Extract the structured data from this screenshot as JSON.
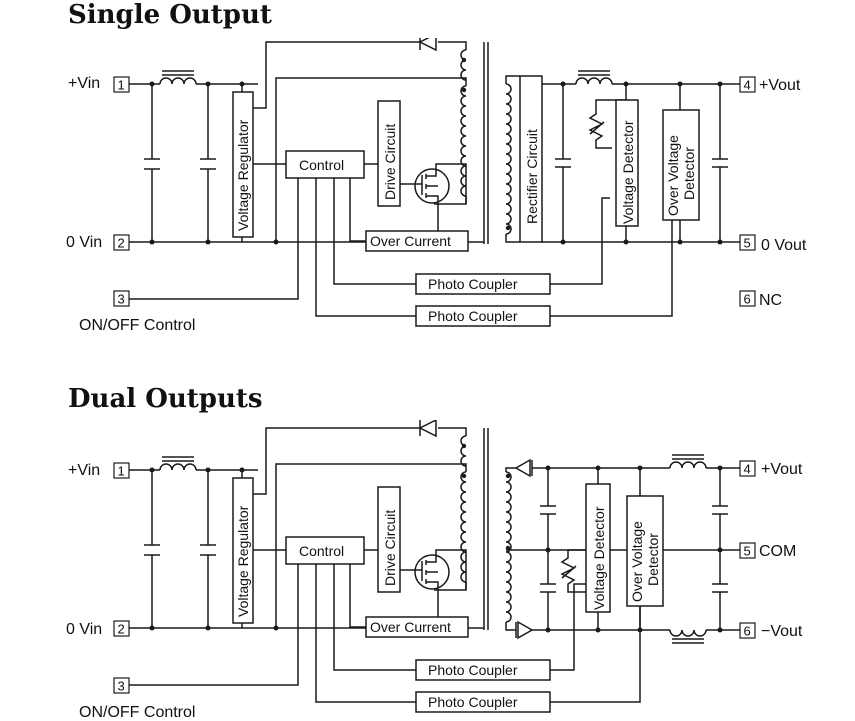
{
  "single": {
    "title": "Single Output",
    "pins": {
      "p1": "1",
      "p2": "2",
      "p3": "3",
      "p4": "4",
      "p5": "5",
      "p6": "6",
      "vin_pos": "+Vin",
      "vin_zero": "0 Vin",
      "onoff": "ON/OFF Control",
      "vout_pos": "+Vout",
      "vout_zero": "0 Vout",
      "nc": "NC"
    },
    "blocks": {
      "voltage_regulator": "Voltage Regulator",
      "control": "Control",
      "drive_circuit": "Drive Circuit",
      "over_current": "Over Current",
      "rectifier": "Rectifier Circuit",
      "voltage_detector": "Voltage Detector",
      "ovd_line1": "Over Voltage",
      "ovd_line2": "Detector",
      "photo_coupler_1": "Photo Coupler",
      "photo_coupler_2": "Photo Coupler"
    }
  },
  "dual": {
    "title": "Dual Outputs",
    "pins": {
      "p1": "1",
      "p2": "2",
      "p3": "3",
      "p4": "4",
      "p5": "5",
      "p6": "6",
      "vin_pos": "+Vin",
      "vin_zero": "0 Vin",
      "onoff": "ON/OFF Control",
      "vout_pos": "+Vout",
      "com": "COM",
      "vout_neg": "−Vout"
    },
    "blocks": {
      "voltage_regulator": "Voltage Regulator",
      "control": "Control",
      "drive_circuit": "Drive Circuit",
      "over_current": "Over Current",
      "voltage_detector": "Voltage Detector",
      "ovd_line1": "Over Voltage",
      "ovd_line2": "Detector",
      "photo_coupler_1": "Photo Coupler",
      "photo_coupler_2": "Photo Coupler"
    }
  }
}
